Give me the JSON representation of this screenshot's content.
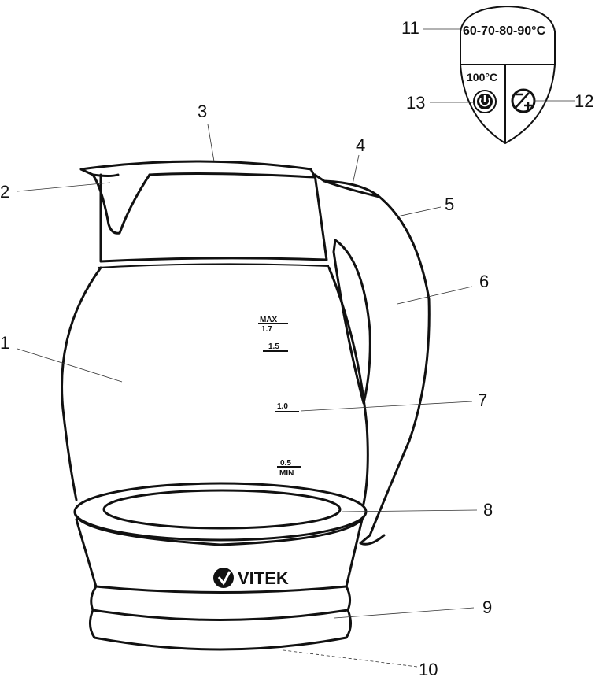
{
  "title": "Kettle parts diagram",
  "callouts": [
    "1",
    "2",
    "3",
    "4",
    "5",
    "6",
    "7",
    "8",
    "9",
    "10",
    "11",
    "12",
    "13"
  ],
  "control_panel": {
    "temperatures": "60-70-80-90°C",
    "boil_label": "100°C",
    "power_icon": "power-icon",
    "keep_warm_icon": "temperature-adjust-icon"
  },
  "scale_marks": {
    "max": "MAX",
    "max_value": "1.7",
    "mark_1_5": "1.5",
    "mark_1_0": "1.0",
    "min_value": "0.5",
    "min": "MIN"
  },
  "brand": "VITEK"
}
